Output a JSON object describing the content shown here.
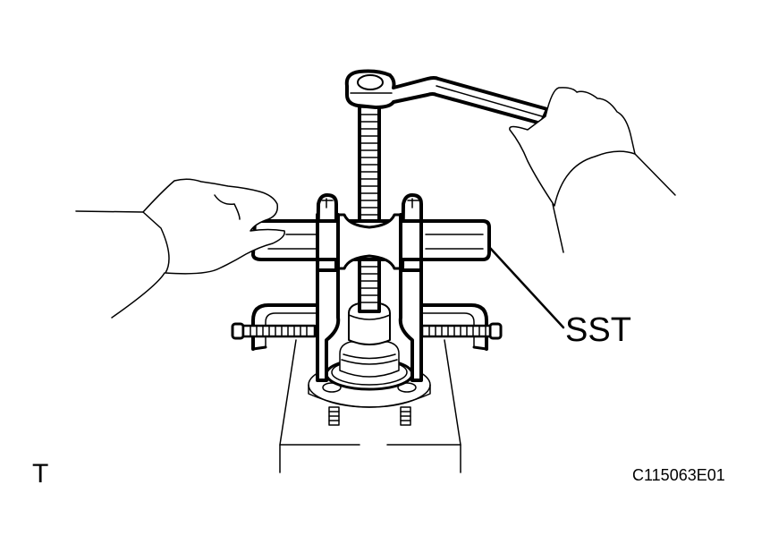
{
  "figure": {
    "callout_label": "SST",
    "view_marker": "T",
    "figure_code": "C115063E01",
    "colors": {
      "line": "#000000",
      "background": "#ffffff"
    },
    "components": [
      "hand-wrench",
      "left-hand",
      "press-screw",
      "puller-crossbar",
      "puller-arms",
      "side-clamp-with-bolts",
      "press-cup",
      "hub-flange-with-bearing",
      "hub-studs",
      "support-block"
    ]
  }
}
